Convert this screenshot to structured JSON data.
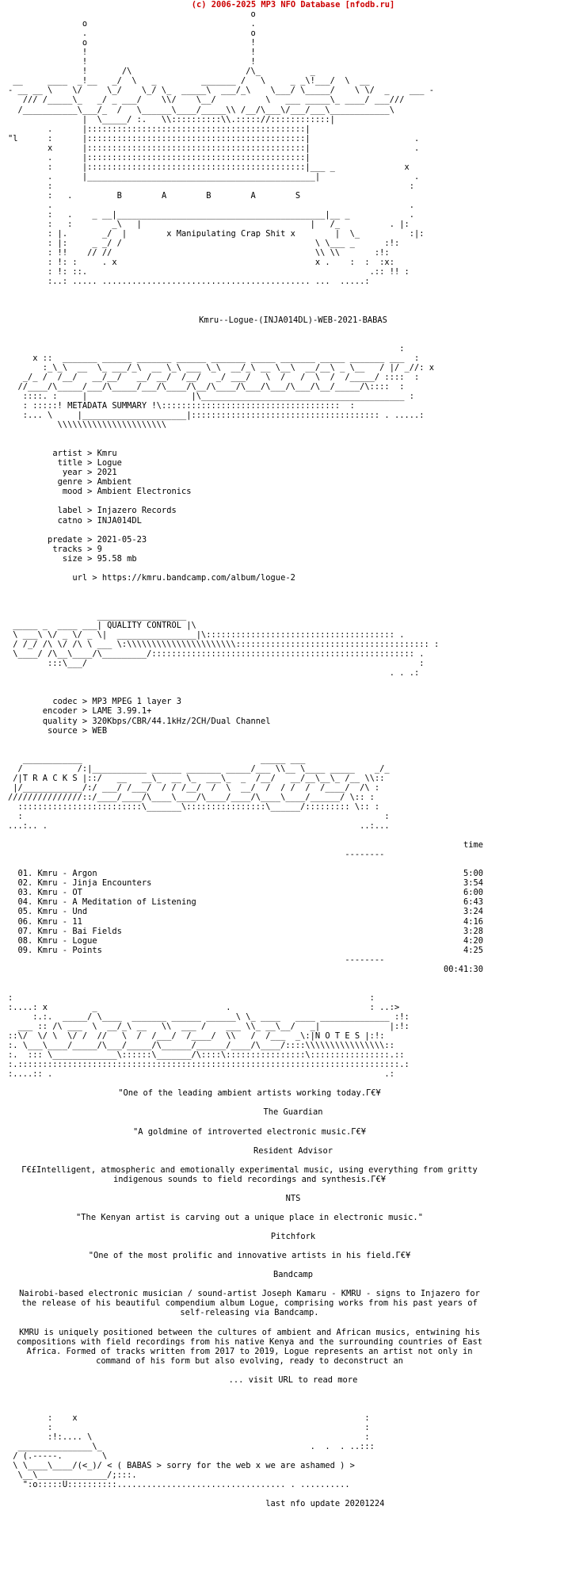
{
  "header": "(c) 2006-2025 MP3 NFO Database [nfodb.ru]",
  "colors": {
    "header": "#cc0000",
    "text": "#000000",
    "background": "#ffffff"
  },
  "banner": {
    "group_letters": "B        A        B        A        S",
    "tagline": "x Manipulating Crap Shit x"
  },
  "release_name": "Kmru--Logue-(INJA014DL)-WEB-2021-BABAS",
  "sections": {
    "metadata_summary": "METADATA SUMMARY",
    "quality_control": "QUALITY CONTROL",
    "tracks": "T R A C K S",
    "notes": "N O T E S"
  },
  "metadata": {
    "artist": "artist > Kmru",
    "title": "title > Logue",
    "year": "year > 2021",
    "genre": "genre > Ambient",
    "mood": "mood > Ambient Electronics",
    "label": "label > Injazero Records",
    "catno": "catno > INJA014DL",
    "predate": "predate > 2021-05-23",
    "tracks": "tracks > 9",
    "size": "size > 95.58 mb",
    "url": "url > https://kmru.bandcamp.com/album/logue-2"
  },
  "quality": {
    "codec": "codec > MP3 MPEG 1 layer 3",
    "encoder": "encoder > LAME 3.99.1+",
    "quality": "quality > 320Kbps/CBR/44.1kHz/2CH/Dual Channel",
    "source": "source > WEB"
  },
  "tracklist": {
    "time_header": "time",
    "tracks": [
      {
        "label": "01. Kmru - Argon",
        "time": "5:00"
      },
      {
        "label": "02. Kmru - Jinja Encounters",
        "time": "3:54"
      },
      {
        "label": "03. Kmru - OT",
        "time": "6:00"
      },
      {
        "label": "04. Kmru - A Meditation of Listening",
        "time": "6:43"
      },
      {
        "label": "05. Kmru - Und",
        "time": "3:24"
      },
      {
        "label": "06. Kmru - 11",
        "time": "4:16"
      },
      {
        "label": "07. Kmru - Bai Fields",
        "time": "3:28"
      },
      {
        "label": "08. Kmru - Logue",
        "time": "4:20"
      },
      {
        "label": "09. Kmru - Points",
        "time": "4:25"
      }
    ],
    "total": "00:41:30"
  },
  "notes": {
    "quotes": [
      {
        "text": "\"One of the leading ambient artists working today.Γ€¥",
        "source": "The Guardian"
      },
      {
        "text": "\"A goldmine of introverted electronic music.Γ€¥",
        "source": "Resident Advisor"
      },
      {
        "text": "Γ€£Intelligent, atmospheric and emotionally experimental music, using everything from gritty indigenous sounds to field recordings and synthesis.Γ€¥",
        "source": "NTS"
      },
      {
        "text": "\"The Kenyan artist is carving out a unique place in electronic music.\"",
        "source": "Pitchfork"
      },
      {
        "text": "\"One of the most prolific and innovative artists in his field.Γ€¥",
        "source": "Bandcamp"
      }
    ],
    "para1": "Nairobi-based electronic musician / sound-artist Joseph Kamaru - KMRU - signs to Injazero for the release of his beautiful compendium album Logue, comprising works from his past years of self-releasing via Bandcamp.",
    "para2": "KMRU is uniquely positioned between the cultures of ambient and African musics, entwining his compositions with field recordings from his native Kenya and the surrounding countries of East Africa. Formed of tracks written from 2017 to 2019, Logue represents an artist not only in command of his form but also evolving, ready to deconstruct an",
    "more": "... visit URL to read more"
  },
  "footer": {
    "message": "< ( BABAS > sorry for the web x we are ashamed ) >",
    "update": "last nfo update 20201224"
  }
}
